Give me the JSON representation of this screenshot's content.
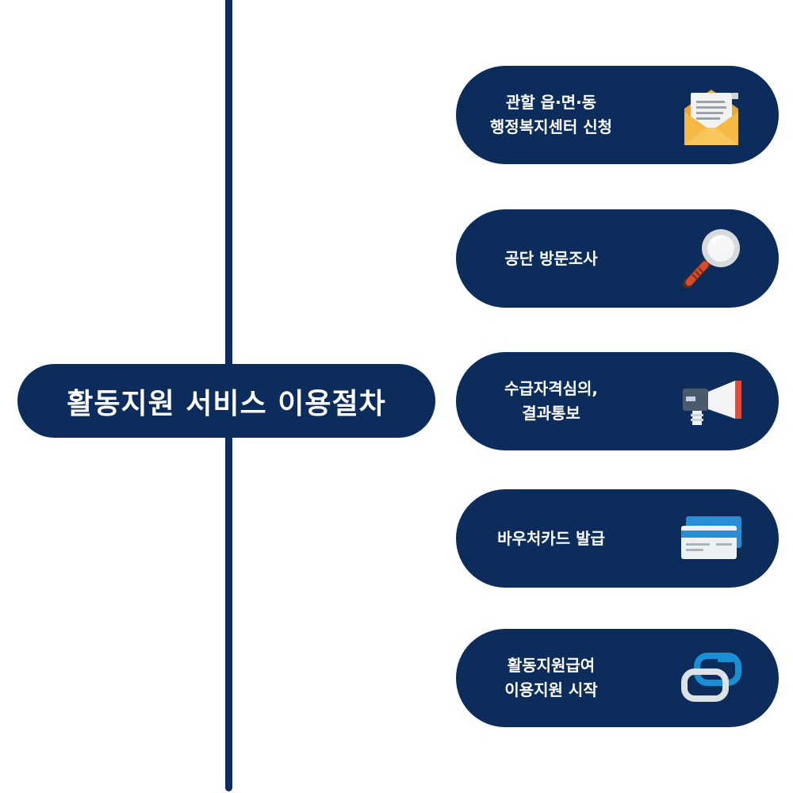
{
  "title": "활동지원 서비스 이용절차",
  "steps": [
    {
      "line1": "관할 읍·면·동",
      "line2": "행정복지센터 신청",
      "icon": "envelope-icon"
    },
    {
      "line1": "공단 방문조사",
      "line2": "",
      "icon": "magnifier-icon"
    },
    {
      "line1": "수급자격심의,",
      "line2": "결과통보",
      "icon": "megaphone-icon"
    },
    {
      "line1": "바우처카드 발급",
      "line2": "",
      "icon": "credit-card-icon"
    },
    {
      "line1": "활동지원급여",
      "line2": "이용지원 시작",
      "icon": "chain-link-icon"
    }
  ],
  "colors": {
    "navy": "#0c2d5c",
    "white": "#ffffff",
    "envelope": "#f5b944",
    "magnifier_handle": "#d94b2b",
    "megaphone_red": "#e04b3a",
    "card_blue": "#2a8ed6",
    "link_blue": "#1a8fd6"
  }
}
